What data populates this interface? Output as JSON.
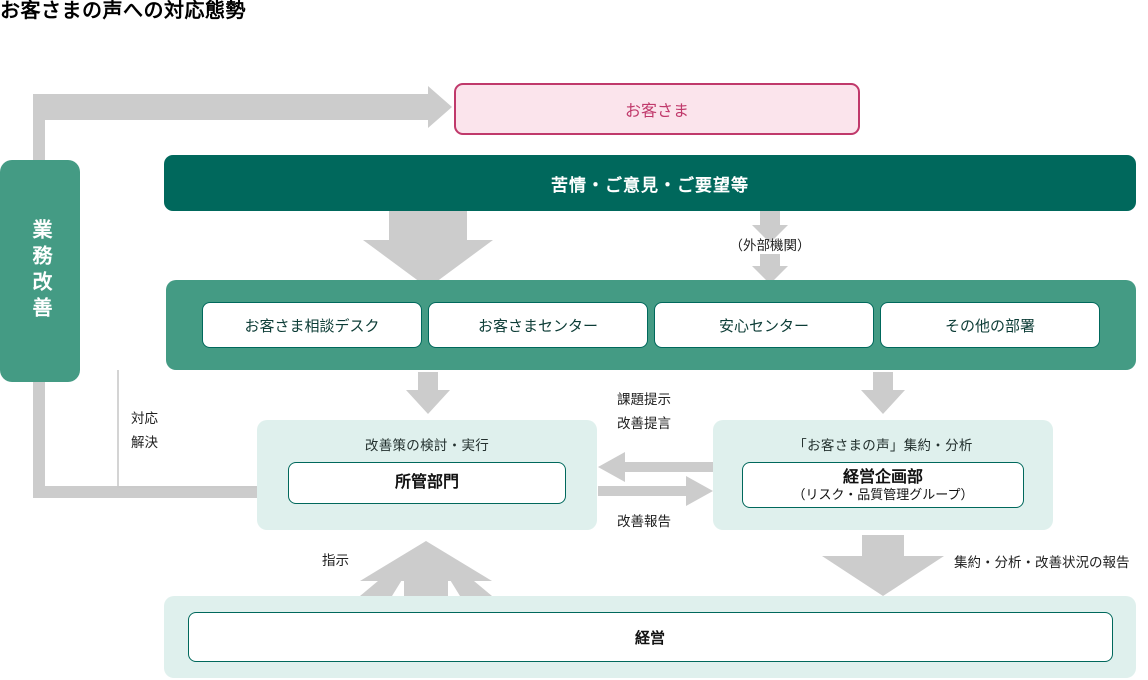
{
  "page": {
    "title": "お客さまの声への対応態勢"
  },
  "improvement_band": {
    "label": "業務改善"
  },
  "customer": {
    "label": "お客さま"
  },
  "voice_bar": {
    "label": "苦情・ご意見・ご要望等"
  },
  "external_agency": {
    "label": "（外部機関）"
  },
  "departments": {
    "items": [
      {
        "label": "お客さま相談デスク"
      },
      {
        "label": "お客さまセンター"
      },
      {
        "label": "安心センター"
      },
      {
        "label": "その他の部署"
      }
    ]
  },
  "left_panel": {
    "caption": "改善策の検討・実行",
    "box_label": "所管部門"
  },
  "right_panel": {
    "caption": "「お客さまの声」集約・分析",
    "box_line1": "経営企画部",
    "box_line2": "（リスク・品質管理グループ）"
  },
  "management_panel": {
    "label": "経営"
  },
  "connector_labels": {
    "response_resolution_line1": "対応",
    "response_resolution_line2": "解決",
    "issue_proposal_line1": "課題提示",
    "issue_proposal_line2": "改善提言",
    "improvement_report": "改善報告",
    "instruction": "指示",
    "aggregation_report": "集約・分析・改善状況の報告"
  },
  "colors": {
    "deep_teal": "#00685c",
    "mid_teal": "#449b84",
    "mint": "#dff0ed",
    "pink_fill": "#fbe4ec",
    "crimson": "#c0396b",
    "arrow_gray": "#cccccc"
  }
}
